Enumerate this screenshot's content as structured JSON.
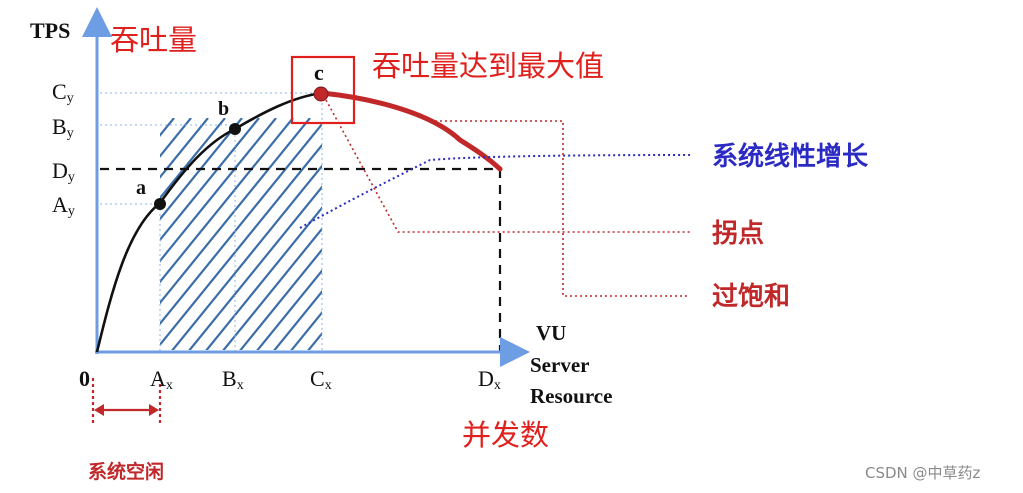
{
  "labels": {
    "y_axis": "TPS",
    "y_axis_cn": "吞吐量",
    "peak_cn": "吞吐量达到最大值",
    "point_a": "a",
    "point_b": "b",
    "point_c": "c",
    "origin": "0",
    "x_axis_line1": "VU",
    "x_axis_line2": "Server",
    "x_axis_line3": "Resource",
    "x_axis_cn": "并发数",
    "idle_cn": "系统空闲",
    "legend_linear": "系统线性增长",
    "legend_knee": "拐点",
    "legend_saturation": "过饱和",
    "watermark": "CSDN @中草药z"
  },
  "ticks_y": [
    {
      "main": "C",
      "sub": "y"
    },
    {
      "main": "B",
      "sub": "y"
    },
    {
      "main": "D",
      "sub": "y"
    },
    {
      "main": "A",
      "sub": "y"
    }
  ],
  "ticks_x": [
    {
      "main": "A",
      "sub": "x"
    },
    {
      "main": "B",
      "sub": "x"
    },
    {
      "main": "C",
      "sub": "x"
    },
    {
      "main": "D",
      "sub": "x"
    }
  ],
  "colors": {
    "axis": "#6d9de3",
    "curve": "#111111",
    "saturation": "#c0282a",
    "hatch": "#3b6ea8",
    "linear": "#2b2bc4",
    "red_text": "#e0201c",
    "legend_red": "#c0282a",
    "legend_blue": "#2b2bc4"
  }
}
